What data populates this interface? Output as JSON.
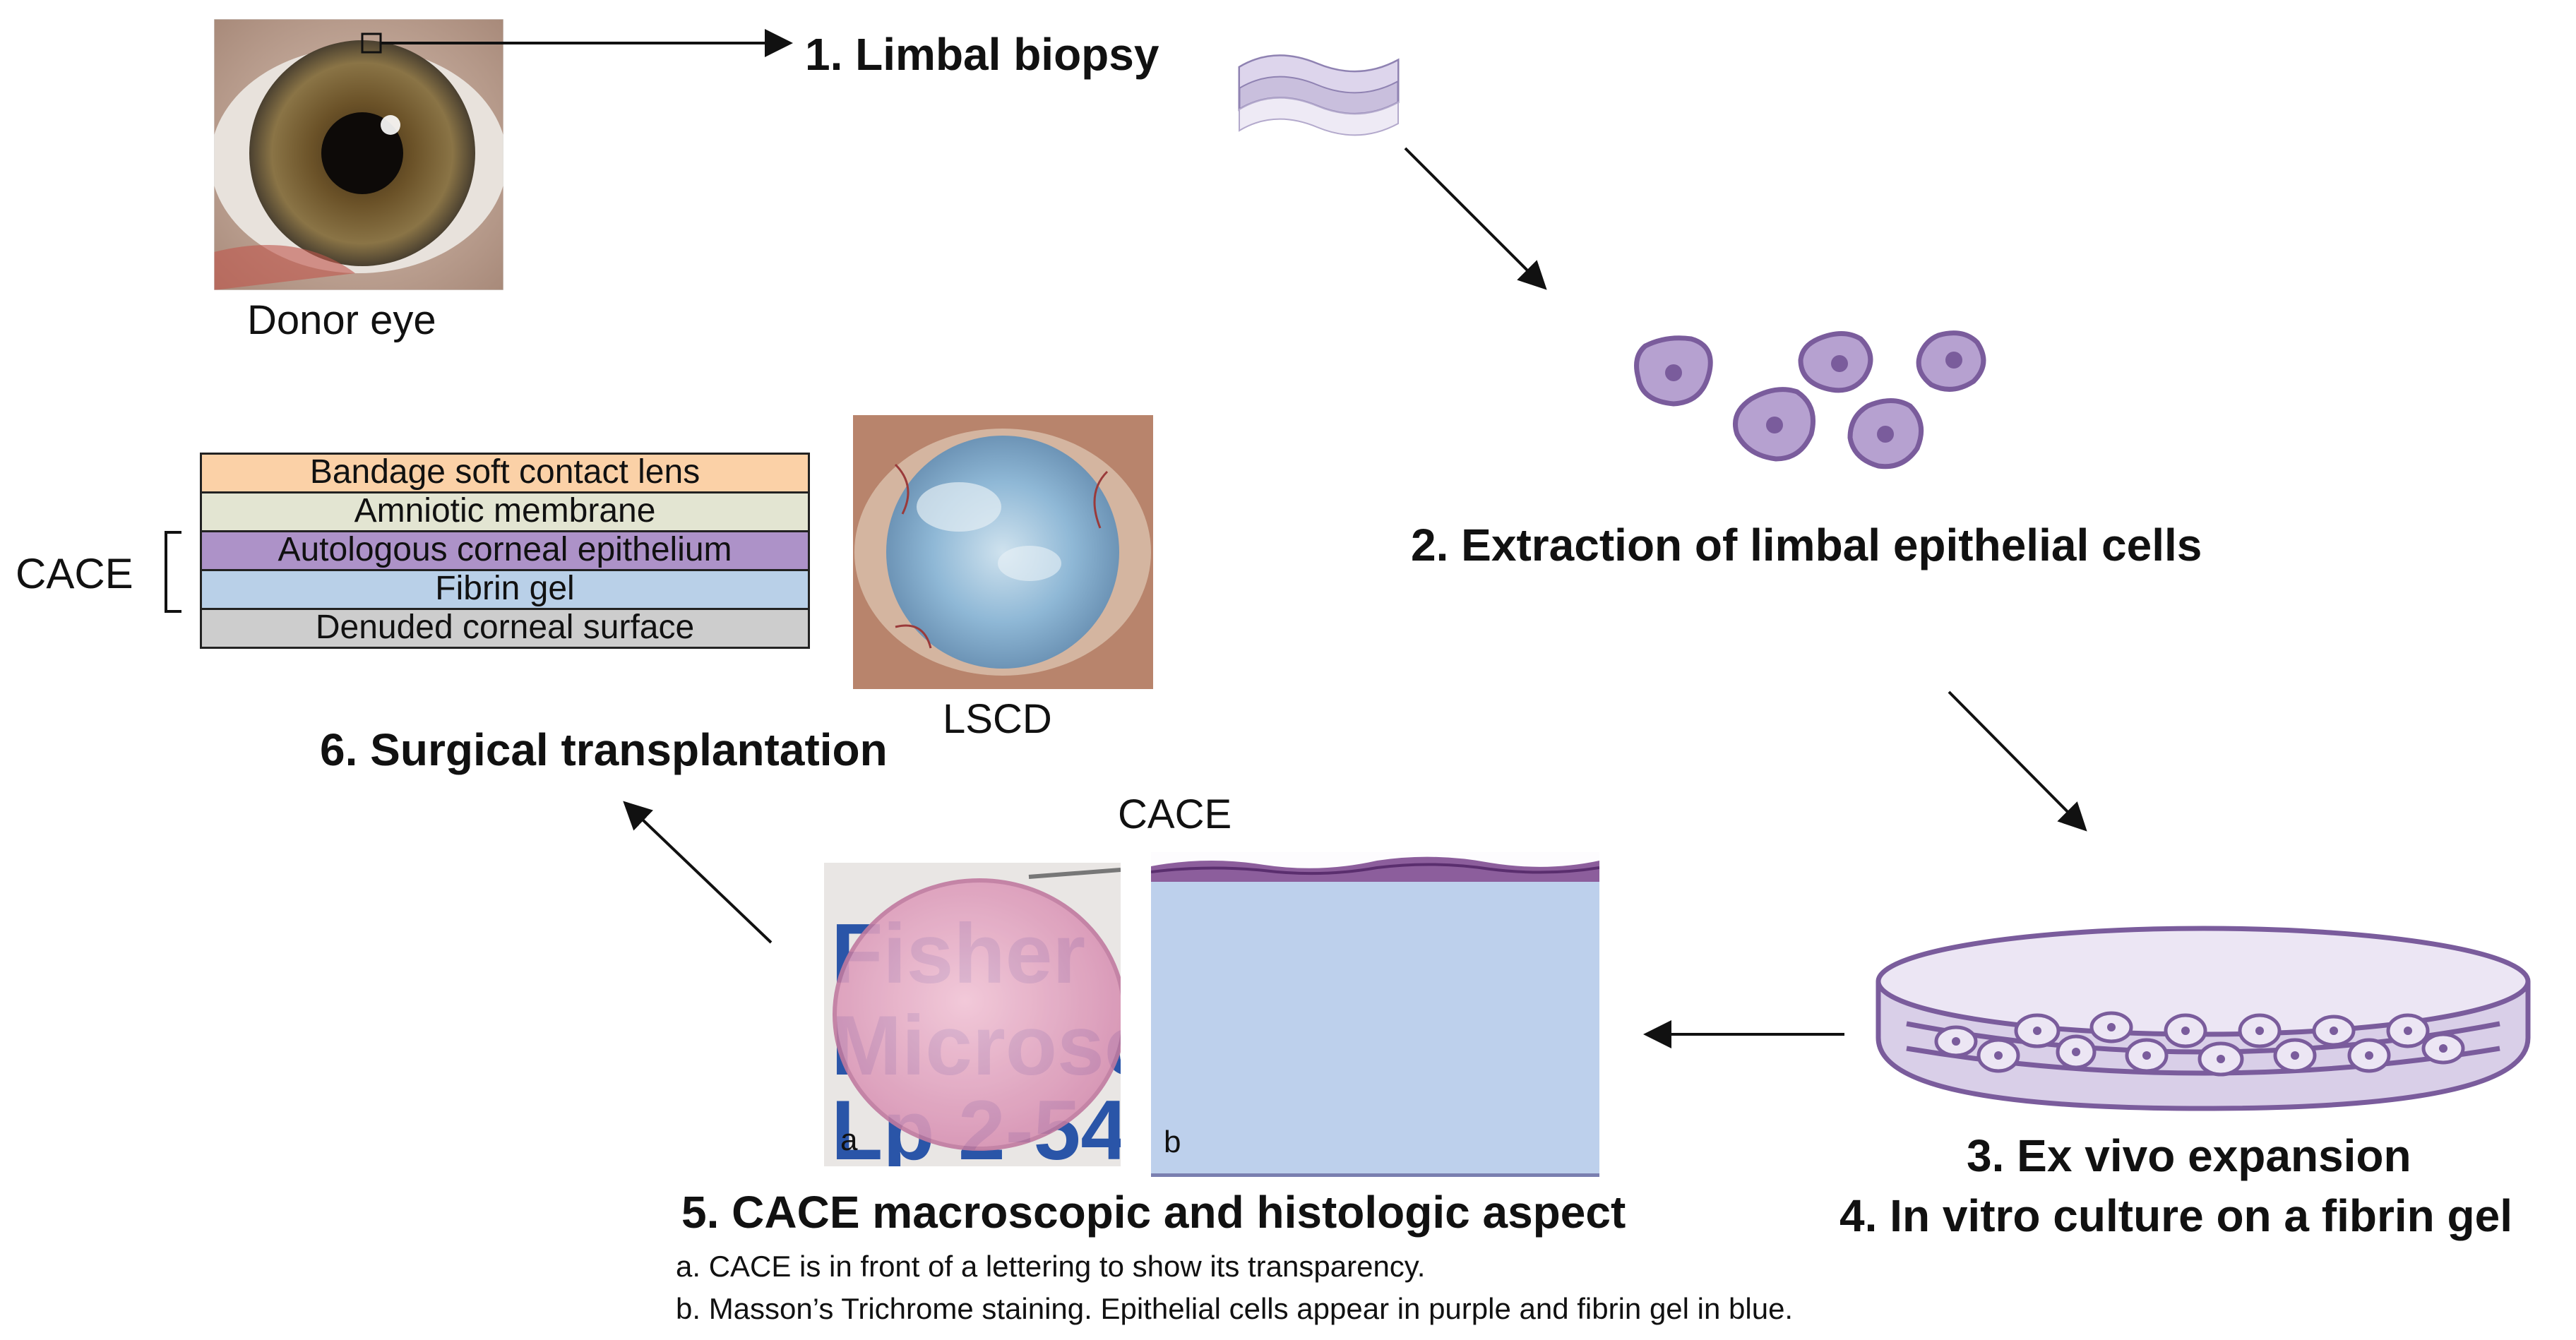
{
  "steps": {
    "step1": "1. Limbal biopsy",
    "step2": "2. Extraction of limbal epithelial cells",
    "step3": "3. Ex vivo expansion",
    "step4": "4. In vitro culture on a fibrin gel",
    "step5": "5. CACE macroscopic and histologic aspect",
    "step6": "6. Surgical transplantation"
  },
  "labels": {
    "donor_eye": "Donor eye",
    "lscd": "LSCD",
    "cace_top": "CACE",
    "cace_stack": "CACE",
    "panel_a": "a",
    "panel_b": "b"
  },
  "layers": [
    {
      "label": "Bandage soft contact lens",
      "color": "#fbd1a7"
    },
    {
      "label": "Amniotic membrane",
      "color": "#e3e5d2"
    },
    {
      "label": "Autologous corneal epithelium",
      "color": "#ad92c8"
    },
    {
      "label": "Fibrin gel",
      "color": "#b9d0e8"
    },
    {
      "label": "Denuded corneal surface",
      "color": "#cdcdcd"
    }
  ],
  "captions": {
    "a": "a. CACE is in front of a lettering to show its transparency.",
    "b": "b. Masson’s Trichrome staining. Epithelial cells appear in purple and fibrin gel in blue."
  },
  "colors": {
    "cell_fill": "#b6a1d0",
    "cell_stroke": "#7a5c9c",
    "arrow": "#111111"
  }
}
